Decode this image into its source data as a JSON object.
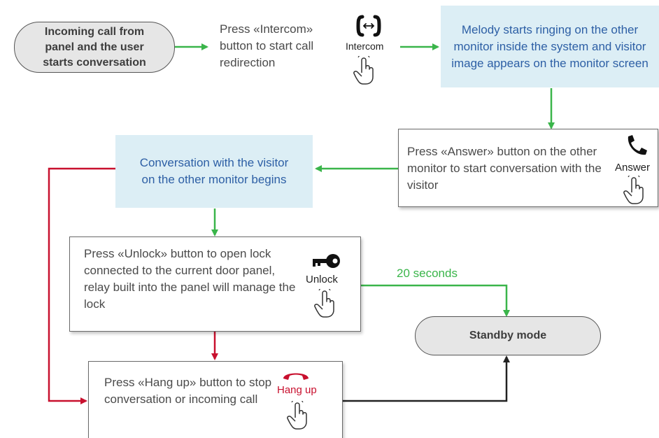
{
  "nodes": {
    "incoming": "Incoming call from panel and the user starts conversation",
    "press_intercom": "Press «Intercom» button to start call redirection",
    "intercom_label": "Intercom",
    "melody": "Melody starts ringing on the other monitor inside the system and visitor image appears on the monitor screen",
    "press_answer": "Press «Answer» button on the other monitor to start conversation with the visitor",
    "answer_label": "Answer",
    "conversation": "Conversation with the visitor on the other monitor begins",
    "press_unlock": "Press «Unlock» button to open lock connected to the current door panel, relay built into the panel will manage the lock",
    "unlock_label": "Unlock",
    "standby": "Standby mode",
    "press_hangup": "Press «Hang up» button to stop conversation or incoming call",
    "hangup_label": "Hang up"
  },
  "edges": {
    "timeout_label": "20 seconds"
  },
  "colors": {
    "green": "#3ab54a",
    "red": "#c8102e",
    "black": "#222222",
    "blue_text": "#2d5fa5",
    "blue_fill": "#dceef5",
    "pill_fill": "#e6e6e6"
  },
  "icons": [
    "intercom-icon",
    "hand-pointer-icon",
    "phone-answer-icon",
    "key-icon",
    "phone-hangup-icon"
  ]
}
